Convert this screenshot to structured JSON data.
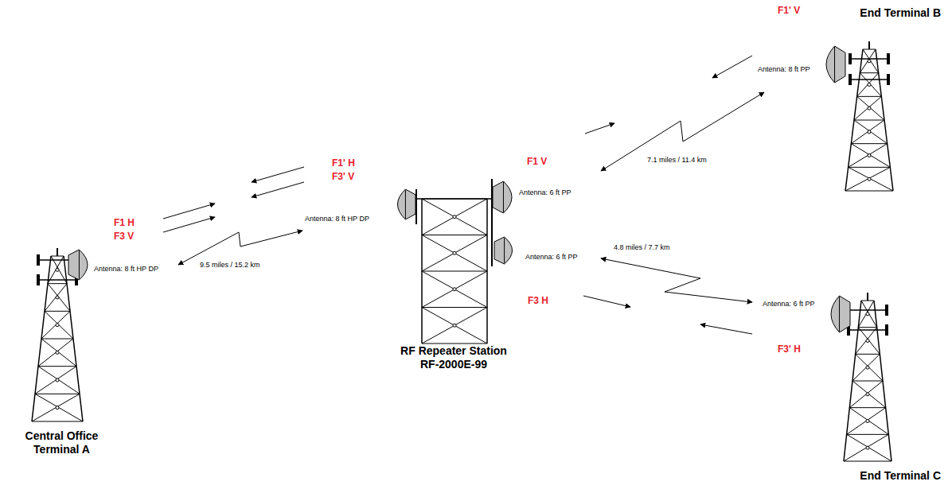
{
  "diagram": {
    "nodes": [
      {
        "text": [
          "Central Office Terminal A"
        ]
      },
      {
        "text": [
          "RF Repeater Station RF-2000E-99"
        ]
      },
      {
        "text": [
          "End Terminal B"
        ]
      },
      {
        "text": [
          "End Terminal C"
        ]
      }
    ],
    "edges": [
      {
        "from": 0,
        "to": 1,
        "arrow": "both",
        "label": "9.5 miles / 15.2 km"
      },
      {
        "from": 1,
        "to": 2,
        "arrow": "both",
        "label": "7.1 miles / 11.4 km"
      },
      {
        "from": 1,
        "to": 3,
        "arrow": "both",
        "label": "4.8 miles / 7.7 km"
      }
    ],
    "labels": [
      "F1 H",
      "F3 V",
      "Antenna: 8 ft HP DP",
      "F1' H",
      "F3' V",
      "Antenna: 8 ft HP DP",
      "F1 V",
      "Antenna: 6 ft PP",
      "Antenna: 6 ft PP",
      "F3 H",
      "F1' V",
      "Antenna: 8 ft PP",
      "Antenna: 6 ft PP",
      "F3' H"
    ]
  }
}
